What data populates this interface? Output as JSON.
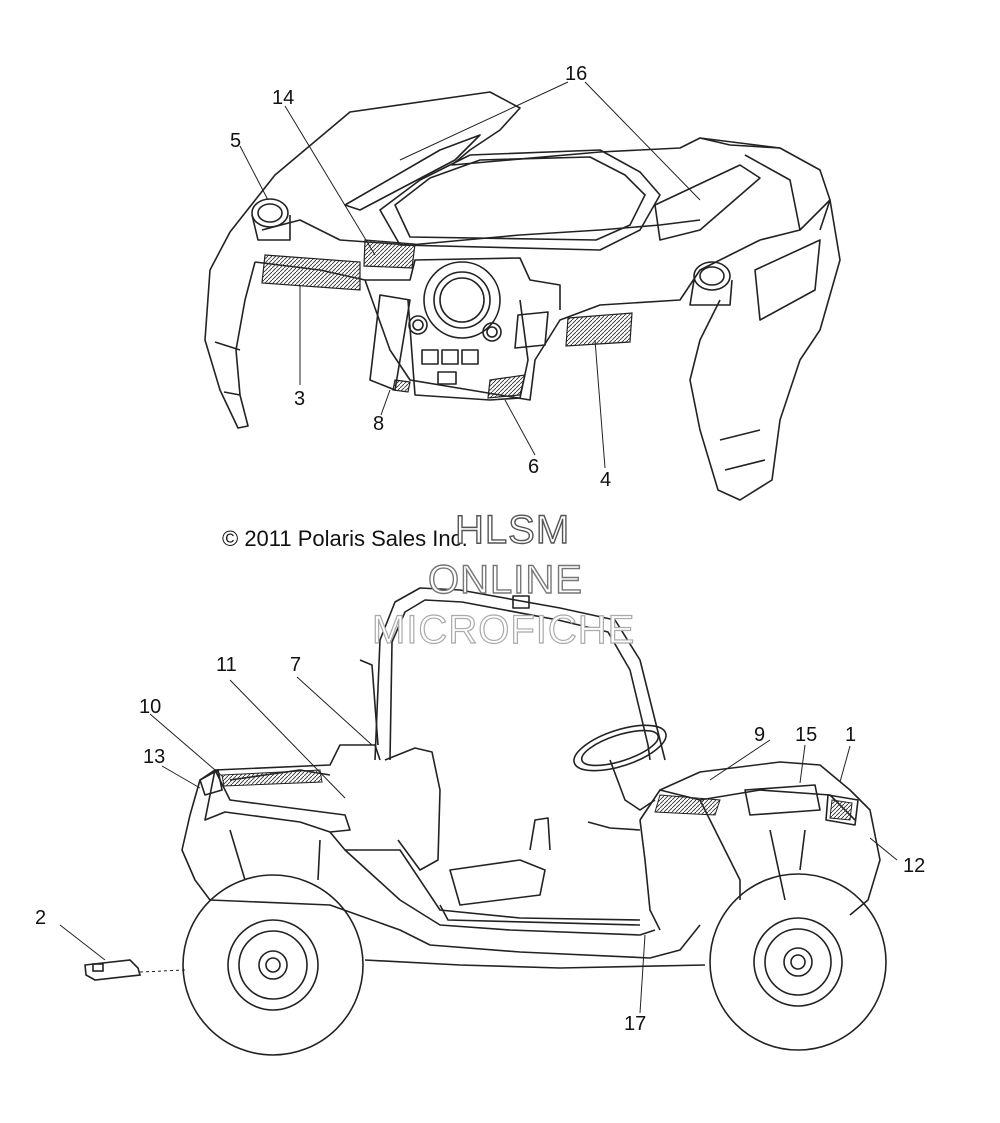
{
  "copyright": "© 2011 Polaris Sales Inc.",
  "watermark": {
    "line1": "HLSM",
    "line2": "ONLINE",
    "line3": "MICROFICHE"
  },
  "callouts": {
    "c1": "1",
    "c2": "2",
    "c3": "3",
    "c4": "4",
    "c5": "5",
    "c6": "6",
    "c7": "7",
    "c8": "8",
    "c9": "9",
    "c10": "10",
    "c11": "11",
    "c12": "12",
    "c13": "13",
    "c14": "14",
    "c15": "15",
    "c16": "16",
    "c17": "17"
  }
}
